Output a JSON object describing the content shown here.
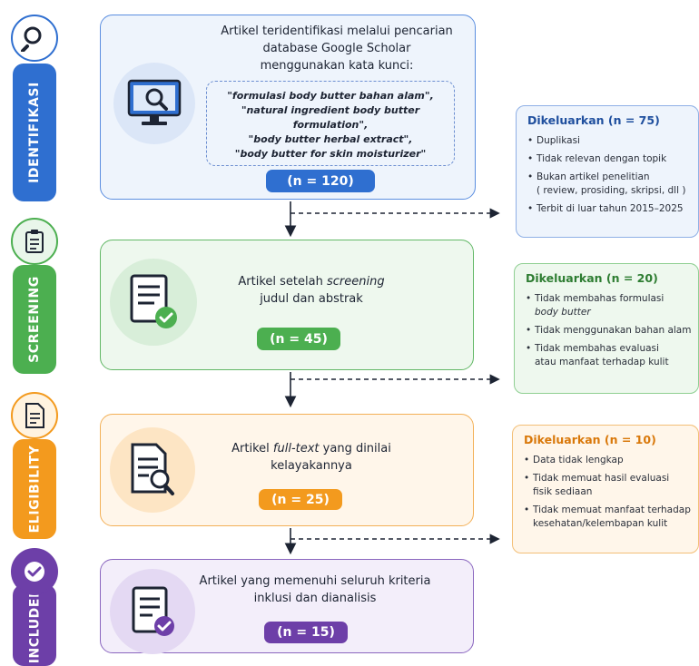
{
  "stages": {
    "identifikasi": "IDENTIFIKASI",
    "screening": "SCREENING",
    "eligibility": "ELIGIBILITY",
    "included": "INCLUDED"
  },
  "identifikasi": {
    "text_line1": "Artikel teridentifikasi melalui pencarian",
    "text_line2": "database Google Scholar",
    "text_line3": "menggunakan kata kunci:",
    "keywords": [
      "\"formulasi body butter bahan alam\",",
      "\"natural ingredient body butter formulation\",",
      "\"body butter herbal extract\",",
      "\"body butter for skin moisturizer\""
    ],
    "count": "(n = 120)"
  },
  "screening": {
    "text_line1_a": "Artikel setelah ",
    "text_line1_b": "screening",
    "text_line2": "judul dan abstrak",
    "count": "(n = 45)"
  },
  "eligibility": {
    "text_line1_a": "Artikel ",
    "text_line1_b": "full-text",
    "text_line1_c": " yang dinilai",
    "text_line2": "kelayakannya",
    "count": "(n = 25)"
  },
  "included": {
    "text_line1": "Artikel yang memenuhi seluruh kriteria",
    "text_line2": "inklusi dan dianalisis",
    "count": "(n = 15)"
  },
  "excluded": [
    {
      "title": "Dikeluarkan (n = 75)",
      "items": [
        "Duplikasi",
        "Tidak relevan dengan topik",
        "Bukan artikel penelitian",
        "( review, prosiding, skripsi, dll )",
        "Terbit di luar tahun 2015–2025"
      ]
    },
    {
      "title": "Dikeluarkan (n = 20)",
      "items": [
        "Tidak membahas formulasi",
        "body butter",
        "Tidak menggunakan bahan alam",
        "Tidak membahas evaluasi",
        "atau manfaat terhadap kulit"
      ]
    },
    {
      "title": "Dikeluarkan (n = 10)",
      "items": [
        "Data tidak lengkap",
        "Tidak memuat hasil evaluasi",
        "fisik sediaan",
        "Tidak memuat manfaat terhadap",
        "kesehatan/kelembapan kulit"
      ]
    }
  ],
  "colors": {
    "blue": "#2f6fd0",
    "green": "#4caf50",
    "orange": "#f39a1e",
    "purple": "#6d3fa8"
  }
}
